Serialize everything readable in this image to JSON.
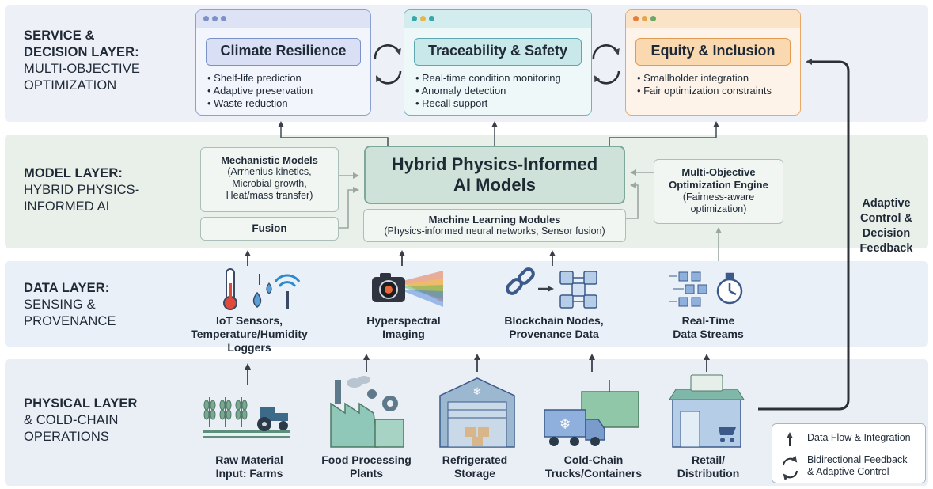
{
  "layers": {
    "service": {
      "title_bold": "SERVICE &",
      "title_bold2": "DECISION LAYER:",
      "subtitle1": "MULTI-OBJECTIVE",
      "subtitle2": "OPTIMIZATION"
    },
    "model": {
      "title_bold": "MODEL LAYER:",
      "subtitle1": "HYBRID PHYSICS-",
      "subtitle2": "INFORMED AI"
    },
    "data": {
      "title_bold": "DATA LAYER:",
      "subtitle1": "SENSING &",
      "subtitle2": "PROVENANCE"
    },
    "physical": {
      "title_bold": "PHYSICAL LAYER",
      "subtitle1": "& COLD-CHAIN",
      "subtitle2": "OPERATIONS"
    }
  },
  "services": [
    {
      "title": "Climate Resilience",
      "items": [
        "Shelf-life prediction",
        "Adaptive preservation",
        "Waste reduction"
      ]
    },
    {
      "title": "Traceability & Safety",
      "items": [
        "Real-time condition monitoring",
        "Anomaly detection",
        "Recall support"
      ]
    },
    {
      "title": "Equity & Inclusion",
      "items": [
        "Smallholder integration",
        "Fair optimization constraints"
      ]
    }
  ],
  "model": {
    "mechanistic_title": "Mechanistic Models",
    "mechanistic_lines": [
      "(Arrhenius kinetics,",
      "Microbial growth,",
      "Heat/mass transfer)"
    ],
    "fusion": "Fusion",
    "hybrid_line1": "Hybrid Physics-Informed",
    "hybrid_line2": "AI Models",
    "ml_title": "Machine Learning Modules",
    "ml_sub": "(Physics-informed neural networks, Sensor fusion)",
    "moo_line1": "Multi-Objective",
    "moo_line2": "Optimization Engine",
    "moo_sub1": "(Fairness-aware",
    "moo_sub2": "optimization)"
  },
  "data_sources": [
    {
      "line1": "IoT Sensors,",
      "line2": "Temperature/Humidity",
      "line3": "Loggers"
    },
    {
      "line1": "Hyperspectral",
      "line2": "Imaging"
    },
    {
      "line1": "Blockchain Nodes,",
      "line2": "Provenance Data"
    },
    {
      "line1": "Real-Time",
      "line2": "Data Streams"
    }
  ],
  "physical_nodes": [
    {
      "line1": "Raw Material",
      "line2": "Input: Farms"
    },
    {
      "line1": "Food Processing",
      "line2": "Plants"
    },
    {
      "line1": "Refrigerated",
      "line2": "Storage"
    },
    {
      "line1": "Cold-Chain",
      "line2": "Trucks/Containers"
    },
    {
      "line1": "Retail/",
      "line2": "Distribution"
    }
  ],
  "feedback": {
    "line1": "Adaptive",
    "line2": "Control &",
    "line3": "Decision",
    "line4": "Feedback"
  },
  "legend": {
    "flow": "Data Flow & Integration",
    "feedback_line1": "Bidirectional Feedback",
    "feedback_line2": "& Adaptive Control"
  },
  "colors": {
    "arrow": "#3a3f47",
    "arrow_light": "#9aa6a2",
    "blue": "#8aa0d0",
    "teal": "#6fb2ba",
    "orange": "#e8a868",
    "green": "#a9bfb9"
  }
}
